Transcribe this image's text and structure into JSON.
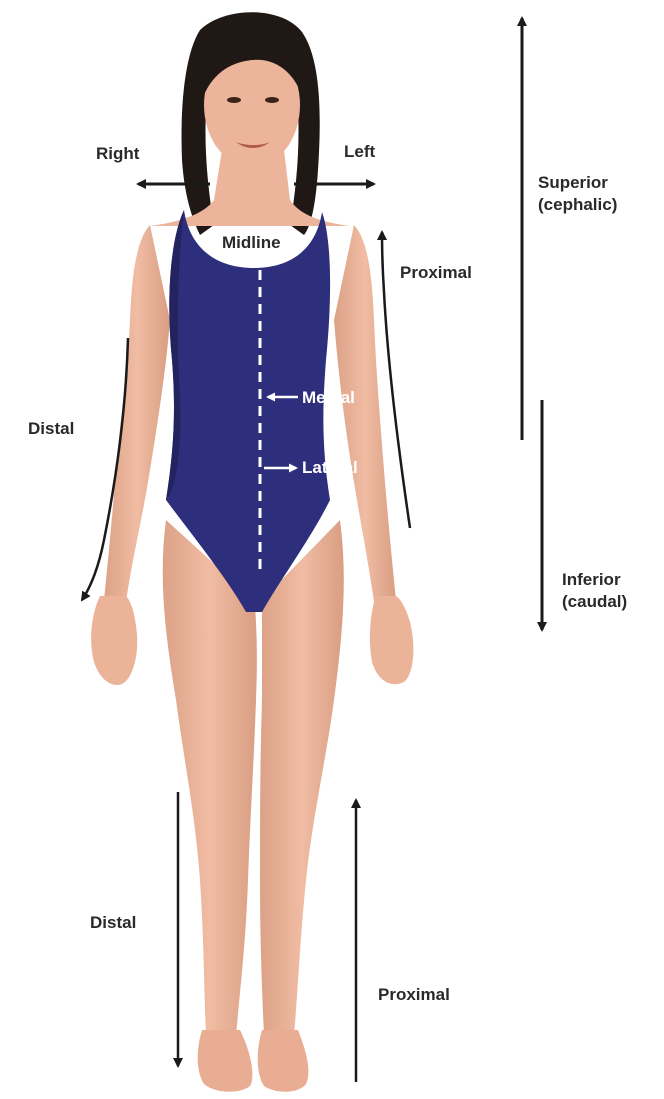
{
  "labels": {
    "right": "Right",
    "left": "Left",
    "midline": "Midline",
    "medial": "Medial",
    "lateral": "Lateral",
    "proximal_arm": "Proximal",
    "distal_arm": "Distal",
    "superior": "Superior",
    "superior_alt": "(cephalic)",
    "inferior": "Inferior",
    "inferior_alt": "(caudal)",
    "distal_leg": "Distal",
    "proximal_leg": "Proximal"
  },
  "colors": {
    "swimsuit": "#2e2f7c",
    "skin": "#ecb49b",
    "hair": "#1f1814",
    "arrow": "#1a1a1a",
    "label_dark": "#2a2a2a",
    "label_light": "#ffffff"
  }
}
